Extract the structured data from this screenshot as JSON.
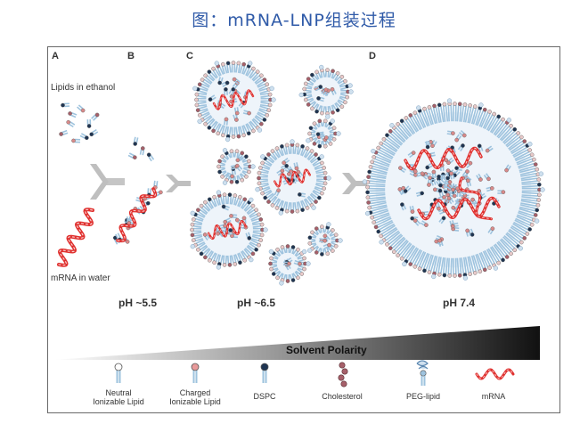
{
  "title": "图：mRNA-LNP组装过程",
  "panels": {
    "a": "A",
    "b": "B",
    "c": "C",
    "d": "D"
  },
  "labels": {
    "lipids_in_ethanol": "Lipids in ethanol",
    "mrna_in_water": "mRNA in water"
  },
  "ph": {
    "b": "pH ~5.5",
    "c": "pH ~6.5",
    "d": "pH 7.4"
  },
  "polarity_label": "Solvent Polarity",
  "legend": [
    {
      "line1": "Neutral",
      "line2": "Ionizable Lipid",
      "icon": "neutral-lipid-icon"
    },
    {
      "line1": "Charged",
      "line2": "Ionizable Lipid",
      "icon": "charged-lipid-icon"
    },
    {
      "line1": "DSPC",
      "line2": "",
      "icon": "dspc-icon"
    },
    {
      "line1": "Cholesterol",
      "line2": "",
      "icon": "cholesterol-icon"
    },
    {
      "line1": "PEG-lipid",
      "line2": "",
      "icon": "peg-lipid-icon"
    },
    {
      "line1": "mRNA",
      "line2": "",
      "icon": "mrna-icon"
    }
  ],
  "colors": {
    "title": "#2f5aa8",
    "mrna": "#e0312f",
    "lipid_blue": "#9ec3de",
    "dspc": "#1f3552",
    "cholesterol": "#a6606a"
  }
}
